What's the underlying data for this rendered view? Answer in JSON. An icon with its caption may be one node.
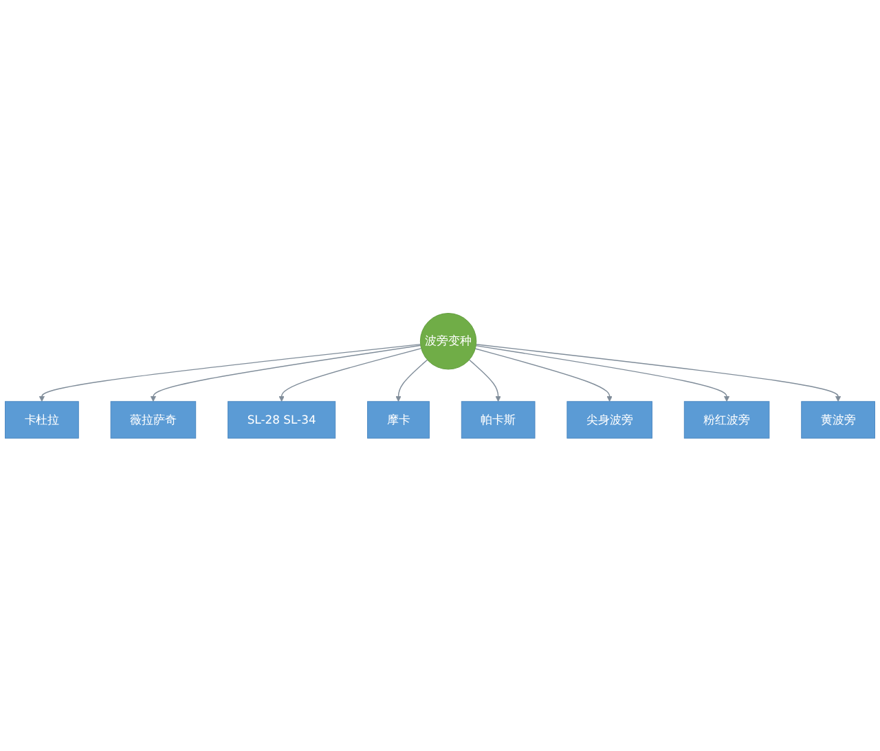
{
  "diagram": {
    "nodes": [
      {
        "text": [
          "卡杜拉"
        ]
      },
      {
        "text": [
          "薇拉萨奇"
        ]
      },
      {
        "text": [
          "SL-28 SL-34"
        ]
      },
      {
        "text": [
          "摩卡"
        ]
      },
      {
        "text": [
          "波旁变种"
        ]
      },
      {
        "text": [
          "帕卡斯"
        ]
      },
      {
        "text": [
          "尖身波旁"
        ]
      },
      {
        "text": [
          "粉红波旁"
        ]
      },
      {
        "text": [
          "黄波旁"
        ]
      }
    ],
    "edges": [
      {
        "from": 4,
        "to": 0,
        "arrow": "to"
      },
      {
        "from": 4,
        "to": 1,
        "arrow": "to"
      },
      {
        "from": 4,
        "to": 2,
        "arrow": "to"
      },
      {
        "from": 4,
        "to": 3,
        "arrow": "to"
      },
      {
        "from": 4,
        "to": 5,
        "arrow": "to"
      },
      {
        "from": 4,
        "to": 6,
        "arrow": "to"
      },
      {
        "from": 4,
        "to": 7,
        "arrow": "to"
      },
      {
        "from": 4,
        "to": 8,
        "arrow": "to"
      }
    ]
  }
}
